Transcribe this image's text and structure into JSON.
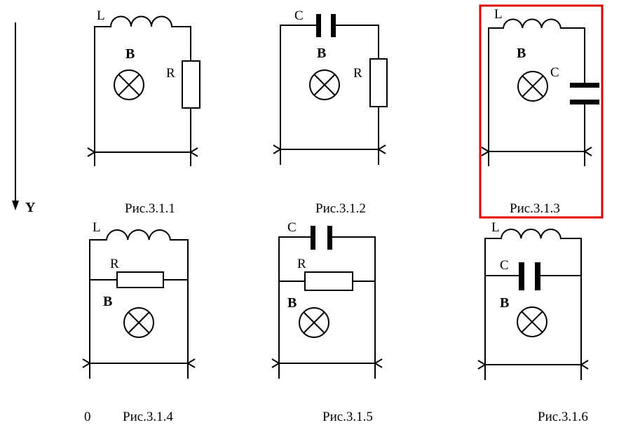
{
  "axis": {
    "label": "Y"
  },
  "origin_label": "0",
  "highlight_color": "#e00000",
  "highlighted_figure": "Рис.3.1.3",
  "figures": [
    {
      "caption": "Рис.3.1.1",
      "inductor": "L",
      "resistor": "R",
      "lamp": "B"
    },
    {
      "caption": "Рис.3.1.2",
      "capacitor": "C",
      "resistor": "R",
      "lamp": "B"
    },
    {
      "caption": "Рис.3.1.3",
      "inductor": "L",
      "capacitor": "C",
      "lamp": "B"
    },
    {
      "caption": "Рис.3.1.4",
      "inductor": "L",
      "resistor": "R",
      "lamp": "B"
    },
    {
      "caption": "Рис.3.1.5",
      "capacitor": "C",
      "resistor": "R",
      "lamp": "B"
    },
    {
      "caption": "Рис.3.1.6",
      "inductor": "L",
      "capacitor": "C",
      "lamp": "B"
    }
  ]
}
